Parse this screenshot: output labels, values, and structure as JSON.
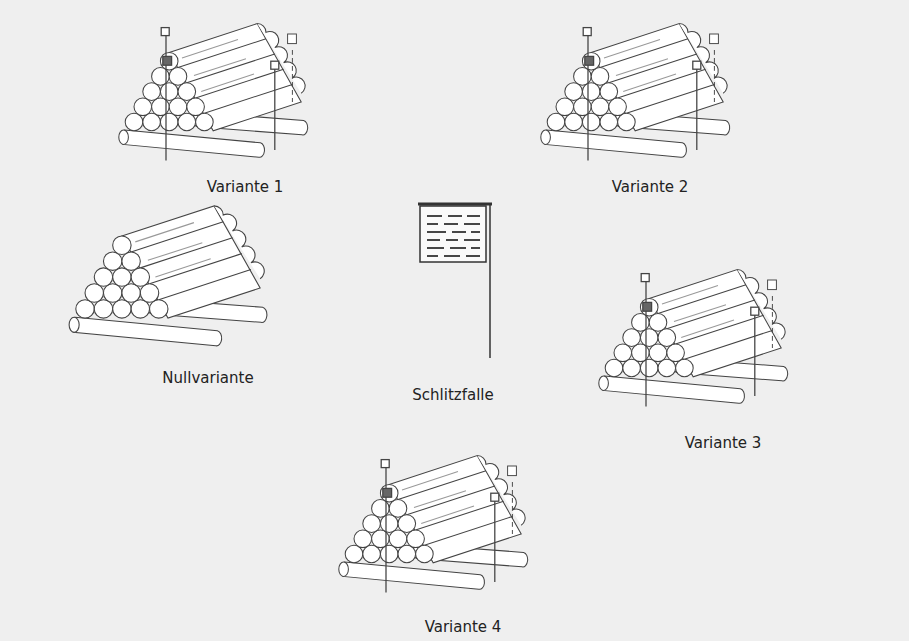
{
  "diagram": {
    "labels": [
      "Variante 1",
      "Variante 2",
      "Nullvariante",
      "Schlitzfalle",
      "Variante 3",
      "Variante 4"
    ]
  }
}
